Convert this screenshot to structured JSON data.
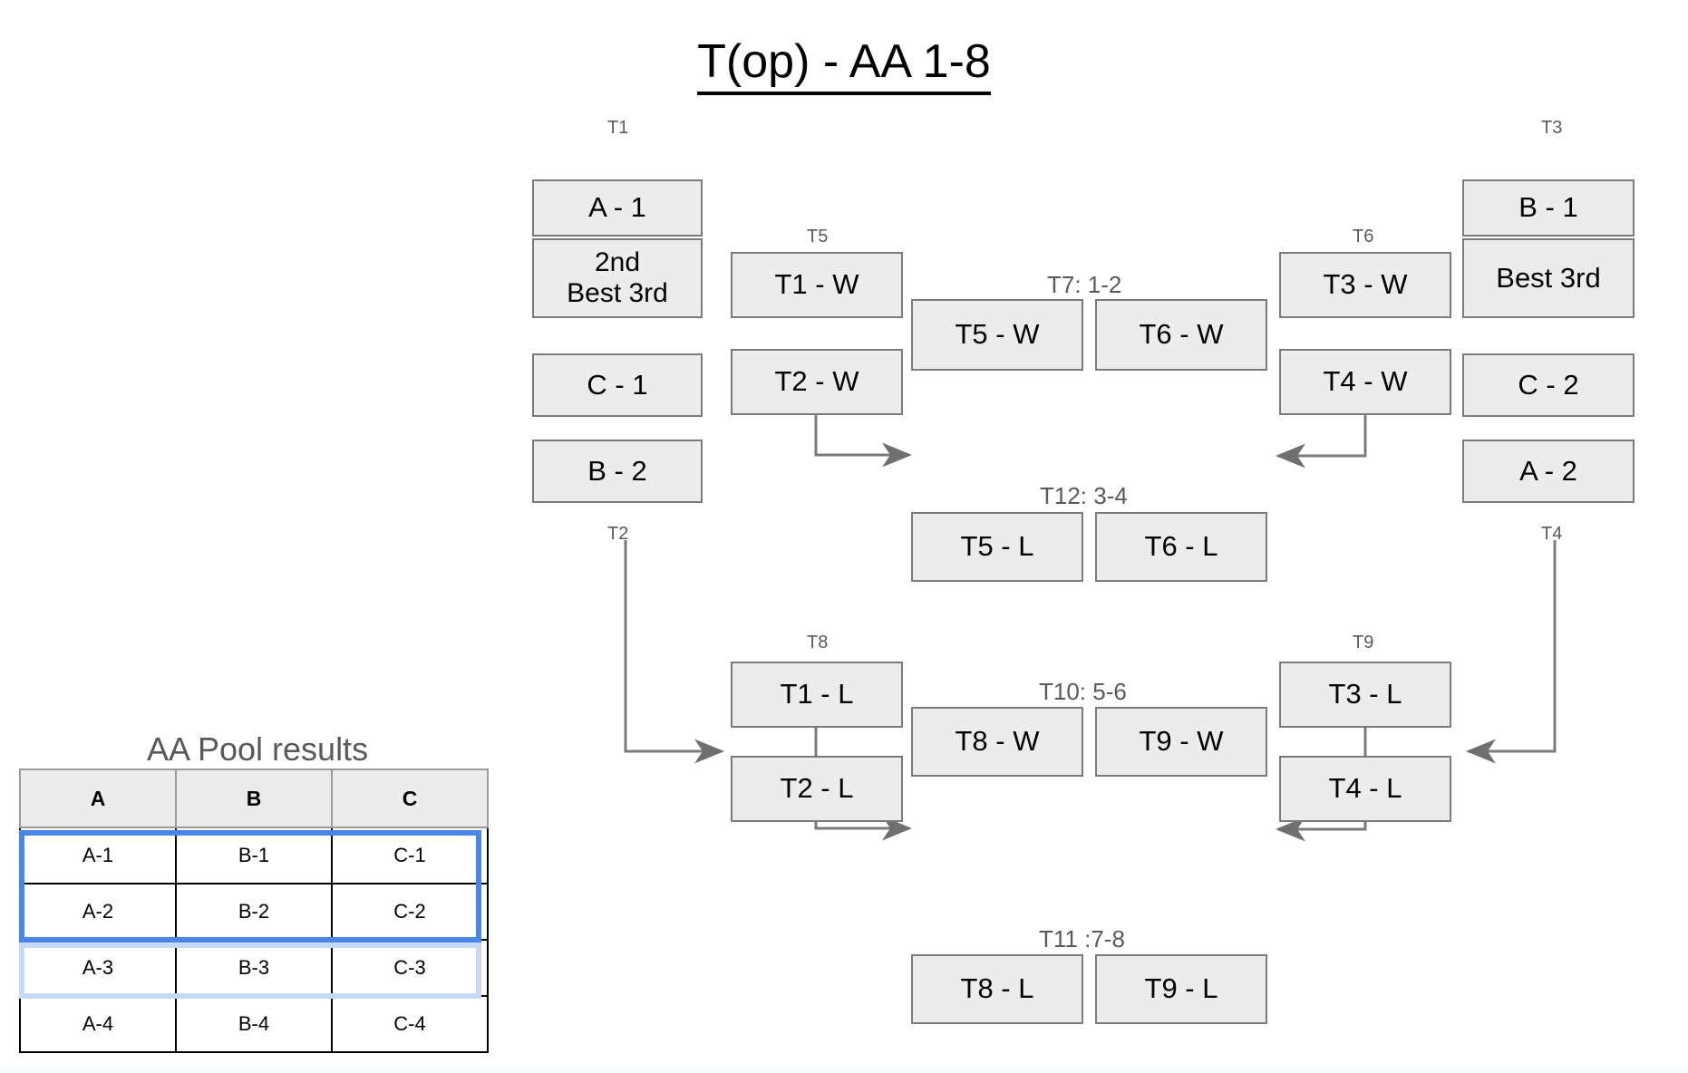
{
  "title": "T(op) - AA 1-8",
  "bracket": {
    "labels": {
      "t1": "T1",
      "t2": "T2",
      "t3": "T3",
      "t4": "T4",
      "t5": "T5",
      "t6": "T6",
      "t7": "T7: 1-2",
      "t8": "T8",
      "t9": "T9",
      "t10": "T10: 5-6",
      "t11": "T11 :7-8",
      "t12": "T12: 3-4"
    },
    "boxes": {
      "a1": "A - 1",
      "second_best3rd": "2nd\nBest 3rd",
      "c1": "C - 1",
      "b2": "B - 2",
      "b1": "B - 1",
      "best3rd": "Best 3rd",
      "c2": "C - 2",
      "a2": "A - 2",
      "t1w": "T1 - W",
      "t2w": "T2 - W",
      "t3w": "T3 - W",
      "t4w": "T4 - W",
      "t5w": "T5 - W",
      "t6w": "T6 - W",
      "t5l": "T5 - L",
      "t6l": "T6 - L",
      "t1l": "T1 - L",
      "t2l": "T2 - L",
      "t3l": "T3 - L",
      "t4l": "T4 - L",
      "t8w": "T8 - W",
      "t9w": "T9 - W",
      "t8l": "T8 - L",
      "t9l": "T9 - L"
    }
  },
  "pool": {
    "title": "AA Pool results",
    "headers": [
      "A",
      "B",
      "C"
    ],
    "rows": [
      [
        "A-1",
        "B-1",
        "C-1"
      ],
      [
        "A-2",
        "B-2",
        "C-2"
      ],
      [
        "A-3",
        "B-3",
        "C-3"
      ],
      [
        "A-4",
        "B-4",
        "C-4"
      ]
    ],
    "highlight_strong_color": "#4a86e8",
    "highlight_weak_color": "#c9daf8"
  },
  "colors": {
    "box_fill": "#ececec",
    "box_border": "#7b7b7b",
    "label_text": "#5a5a5a",
    "connector": "#7b7b7b"
  }
}
